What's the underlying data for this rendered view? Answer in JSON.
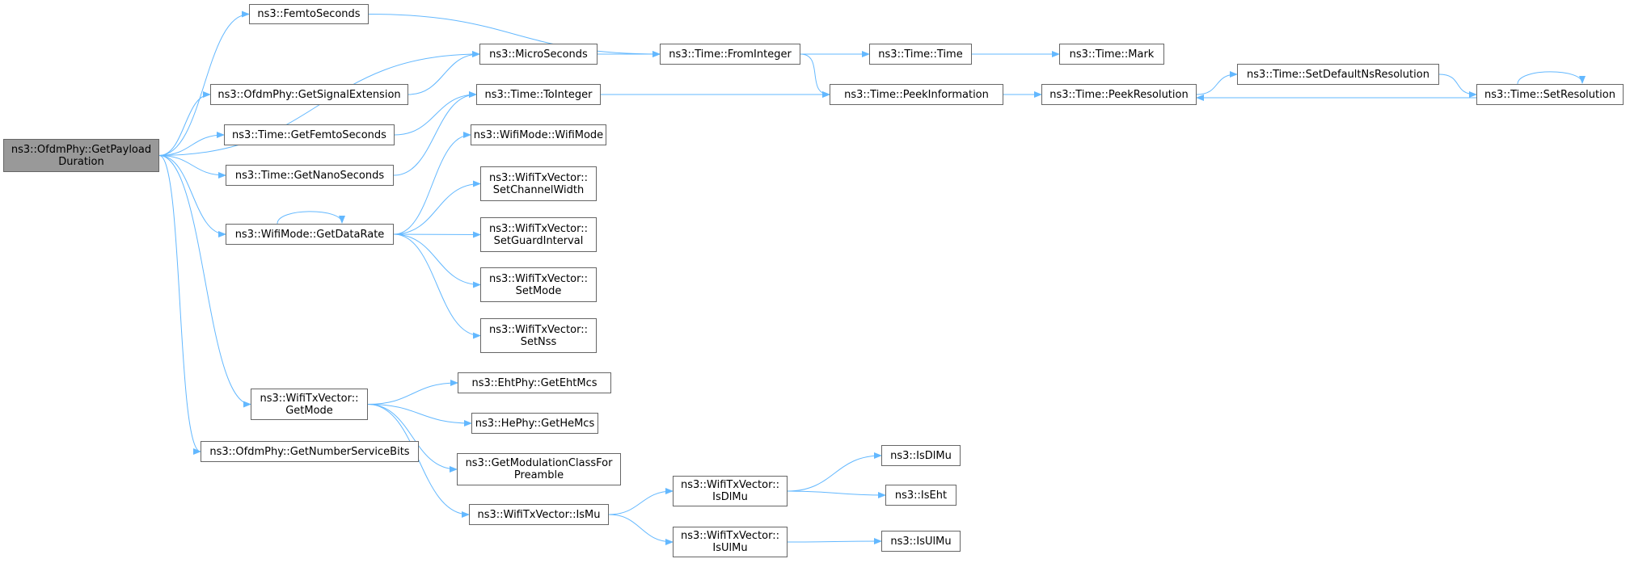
{
  "diagram": {
    "colors": {
      "edge": "#63b8ff",
      "node_border": "#666666",
      "root_fill": "#999999"
    },
    "nodes": [
      {
        "id": "root",
        "lines": [
          "ns3::OfdmPhy::GetPayload",
          "Duration"
        ],
        "root": true
      },
      {
        "id": "femto",
        "lines": [
          "ns3::FemtoSeconds"
        ]
      },
      {
        "id": "micro",
        "lines": [
          "ns3::MicroSeconds"
        ]
      },
      {
        "id": "sigext",
        "lines": [
          "ns3::OfdmPhy::GetSignalExtension"
        ]
      },
      {
        "id": "getfemto",
        "lines": [
          "ns3::Time::GetFemtoSeconds"
        ]
      },
      {
        "id": "getnano",
        "lines": [
          "ns3::Time::GetNanoSeconds"
        ]
      },
      {
        "id": "getdatarate",
        "lines": [
          "ns3::WifiMode::GetDataRate"
        ]
      },
      {
        "id": "getmode",
        "lines": [
          "ns3::WifiTxVector::",
          "GetMode"
        ]
      },
      {
        "id": "numsvc",
        "lines": [
          "ns3::OfdmPhy::GetNumberServiceBits"
        ]
      },
      {
        "id": "fromint",
        "lines": [
          "ns3::Time::FromInteger"
        ]
      },
      {
        "id": "toint",
        "lines": [
          "ns3::Time::ToInteger"
        ]
      },
      {
        "id": "wifimode",
        "lines": [
          "ns3::WifiMode::WifiMode"
        ]
      },
      {
        "id": "setcw",
        "lines": [
          "ns3::WifiTxVector::",
          "SetChannelWidth"
        ]
      },
      {
        "id": "setgi",
        "lines": [
          "ns3::WifiTxVector::",
          "SetGuardInterval"
        ]
      },
      {
        "id": "setmode",
        "lines": [
          "ns3::WifiTxVector::",
          "SetMode"
        ]
      },
      {
        "id": "setnss",
        "lines": [
          "ns3::WifiTxVector::",
          "SetNss"
        ]
      },
      {
        "id": "ehtmcs",
        "lines": [
          "ns3::EhtPhy::GetEhtMcs"
        ]
      },
      {
        "id": "hemcs",
        "lines": [
          "ns3::HePhy::GetHeMcs"
        ]
      },
      {
        "id": "modclass",
        "lines": [
          "ns3::GetModulationClassFor",
          "Preamble"
        ]
      },
      {
        "id": "ismu",
        "lines": [
          "ns3::WifiTxVector::IsMu"
        ]
      },
      {
        "id": "timetime",
        "lines": [
          "ns3::Time::Time"
        ]
      },
      {
        "id": "peekinfo",
        "lines": [
          "ns3::Time::PeekInformation"
        ]
      },
      {
        "id": "isdlmu_v",
        "lines": [
          "ns3::WifiTxVector::",
          "IsDlMu"
        ]
      },
      {
        "id": "isulmu_v",
        "lines": [
          "ns3::WifiTxVector::",
          "IsUlMu"
        ]
      },
      {
        "id": "mark",
        "lines": [
          "ns3::Time::Mark"
        ]
      },
      {
        "id": "peekres",
        "lines": [
          "ns3::Time::PeekResolution"
        ]
      },
      {
        "id": "isdlmu",
        "lines": [
          "ns3::IsDlMu"
        ]
      },
      {
        "id": "iseht",
        "lines": [
          "ns3::IsEht"
        ]
      },
      {
        "id": "isulmu",
        "lines": [
          "ns3::IsUlMu"
        ]
      },
      {
        "id": "setdefns",
        "lines": [
          "ns3::Time::SetDefaultNsResolution"
        ]
      },
      {
        "id": "setres",
        "lines": [
          "ns3::Time::SetResolution"
        ]
      }
    ],
    "edges": [
      [
        "root",
        "femto"
      ],
      [
        "root",
        "micro"
      ],
      [
        "root",
        "sigext"
      ],
      [
        "root",
        "getfemto"
      ],
      [
        "root",
        "getnano"
      ],
      [
        "root",
        "getdatarate"
      ],
      [
        "root",
        "getmode"
      ],
      [
        "root",
        "numsvc"
      ],
      [
        "femto",
        "fromint"
      ],
      [
        "micro",
        "fromint"
      ],
      [
        "sigext",
        "micro"
      ],
      [
        "getfemto",
        "toint"
      ],
      [
        "getnano",
        "toint"
      ],
      [
        "getdatarate",
        "getdatarate"
      ],
      [
        "getdatarate",
        "wifimode"
      ],
      [
        "getdatarate",
        "setcw"
      ],
      [
        "getdatarate",
        "setgi"
      ],
      [
        "getdatarate",
        "setmode"
      ],
      [
        "getdatarate",
        "setnss"
      ],
      [
        "getmode",
        "ehtmcs"
      ],
      [
        "getmode",
        "hemcs"
      ],
      [
        "getmode",
        "modclass"
      ],
      [
        "getmode",
        "ismu"
      ],
      [
        "fromint",
        "timetime"
      ],
      [
        "fromint",
        "peekinfo"
      ],
      [
        "toint",
        "peekinfo"
      ],
      [
        "timetime",
        "mark"
      ],
      [
        "peekinfo",
        "peekres"
      ],
      [
        "peekres",
        "setdefns"
      ],
      [
        "setdefns",
        "setres"
      ],
      [
        "setres",
        "setres"
      ],
      [
        "setres",
        "peekres"
      ],
      [
        "ismu",
        "isdlmu_v"
      ],
      [
        "ismu",
        "isulmu_v"
      ],
      [
        "isdlmu_v",
        "isdlmu"
      ],
      [
        "isdlmu_v",
        "iseht"
      ],
      [
        "isulmu_v",
        "isulmu"
      ]
    ]
  }
}
